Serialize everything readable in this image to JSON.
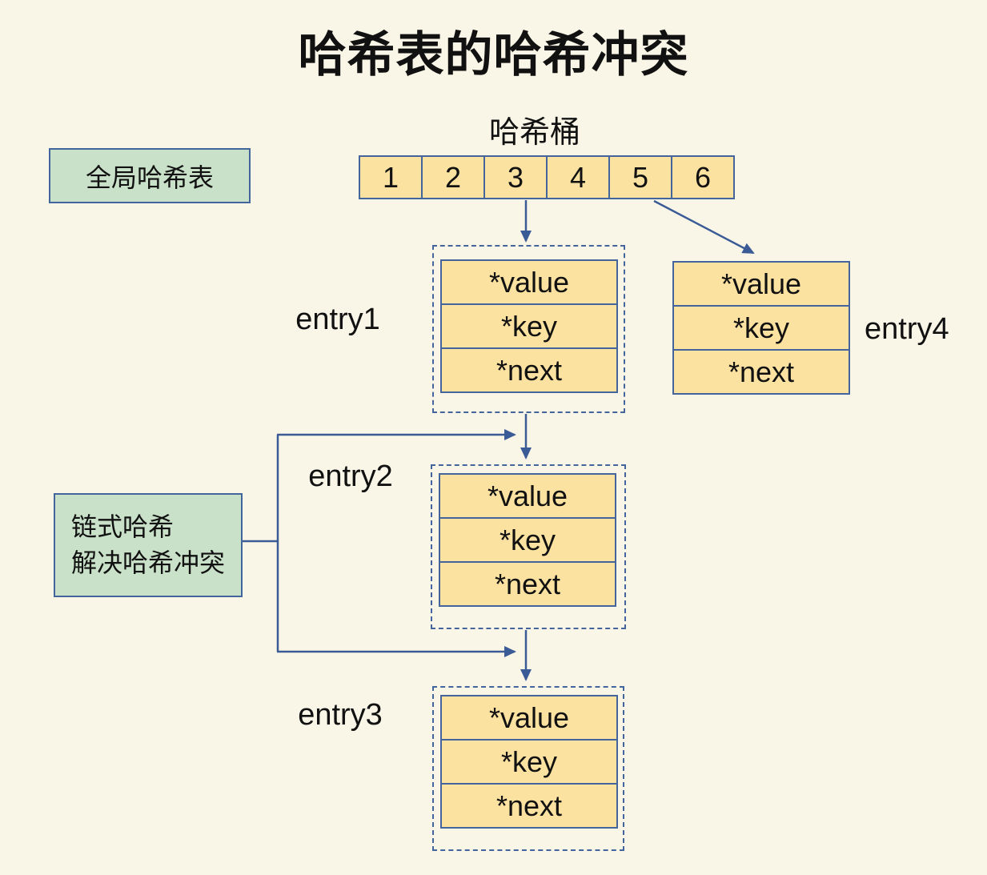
{
  "title": "哈希表的哈希冲突",
  "colors": {
    "background": "#faf6e7",
    "cell_fill": "#fbe2a1",
    "note_fill": "#c9e1c8",
    "border_blue": "#44659c",
    "arrow_blue": "#3a5b96",
    "text": "#111111"
  },
  "bucket": {
    "label": "哈希桶",
    "cells": [
      "1",
      "2",
      "3",
      "4",
      "5",
      "6"
    ]
  },
  "notes": {
    "global_label": "全局哈希表",
    "chain_lines": [
      "链式哈希",
      "解决哈希冲突"
    ]
  },
  "entries": [
    {
      "name": "entry1",
      "dashed": true,
      "fields": [
        "*value",
        "*key",
        "*next"
      ]
    },
    {
      "name": "entry2",
      "dashed": true,
      "fields": [
        "*value",
        "*key",
        "*next"
      ]
    },
    {
      "name": "entry3",
      "dashed": true,
      "fields": [
        "*value",
        "*key",
        "*next"
      ]
    },
    {
      "name": "entry4",
      "dashed": false,
      "fields": [
        "*value",
        "*key",
        "*next"
      ]
    }
  ]
}
